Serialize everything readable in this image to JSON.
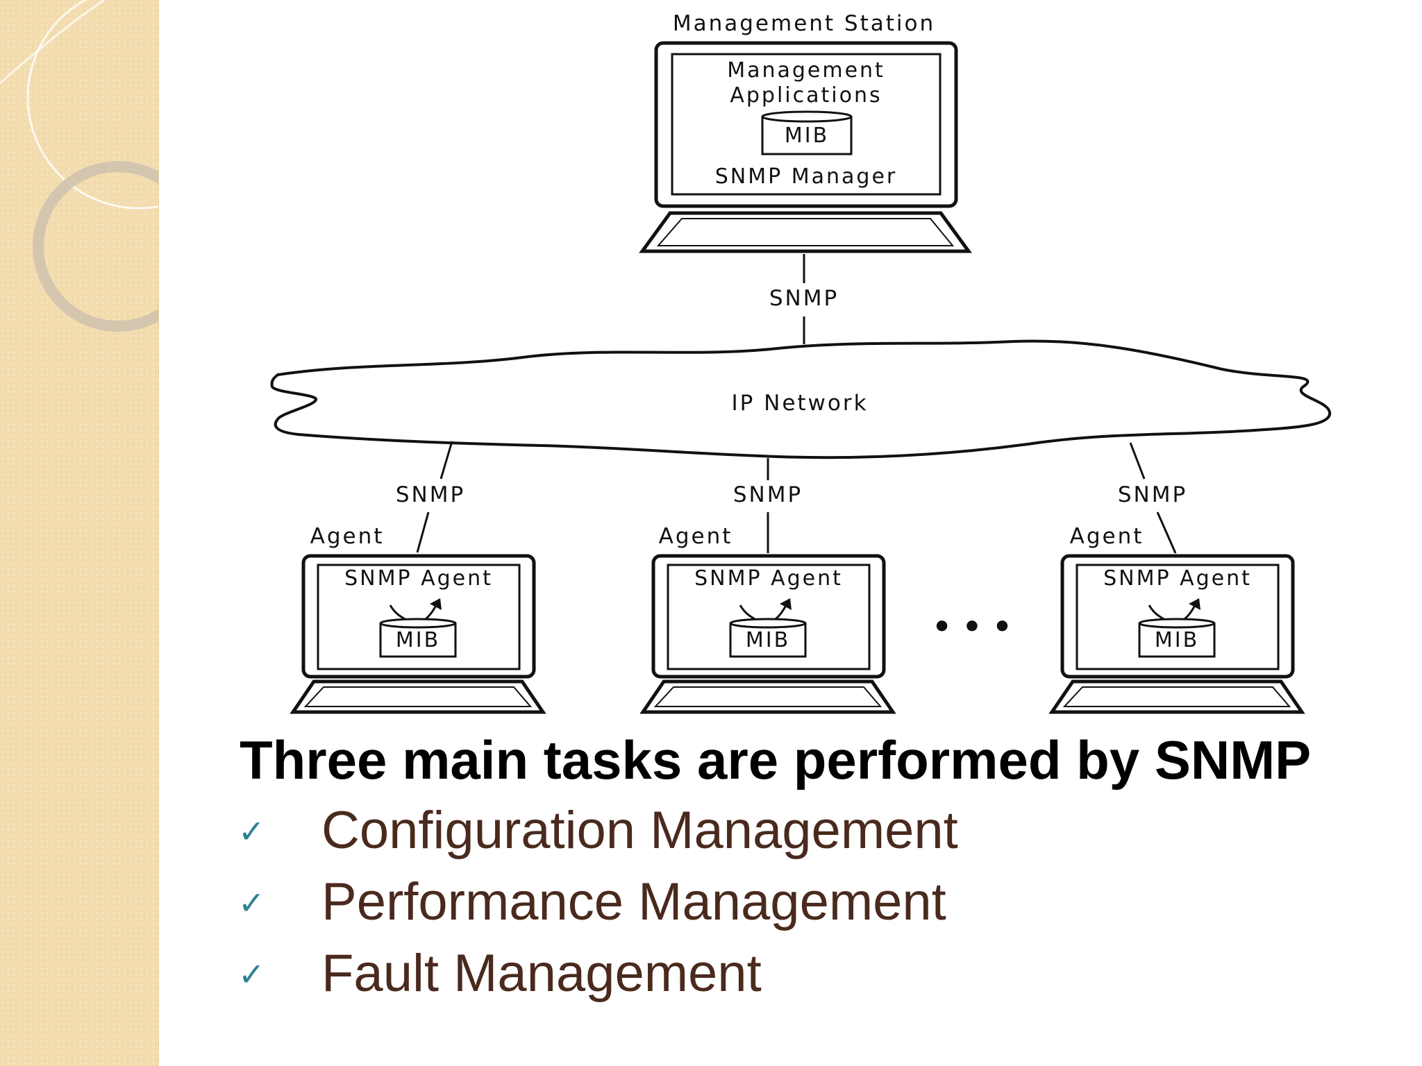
{
  "diagram": {
    "station": {
      "title": "Management Station",
      "apps_line1": "Management",
      "apps_line2": "Applications",
      "mib": "MIB",
      "manager": "SNMP Manager"
    },
    "protocol_label": "SNMP",
    "network_label": "IP Network",
    "agents": [
      {
        "label": "Agent",
        "box": "SNMP Agent",
        "mib": "MIB",
        "link": "SNMP"
      },
      {
        "label": "Agent",
        "box": "SNMP Agent",
        "mib": "MIB",
        "link": "SNMP"
      },
      {
        "label": "Agent",
        "box": "SNMP Agent",
        "mib": "MIB",
        "link": "SNMP"
      }
    ],
    "ellipsis": "• • •"
  },
  "heading": "Three main tasks are performed by SNMP",
  "tasks": [
    {
      "icon": "checkmark-icon",
      "label": "Configuration Management"
    },
    {
      "icon": "checkmark-icon",
      "label": "Performance Management"
    },
    {
      "icon": "checkmark-icon",
      "label": "Fault Management"
    }
  ],
  "colors": {
    "sidebar": "#f2dcae",
    "task_text": "#4a2a1e",
    "checkmark": "#2f7f96"
  }
}
